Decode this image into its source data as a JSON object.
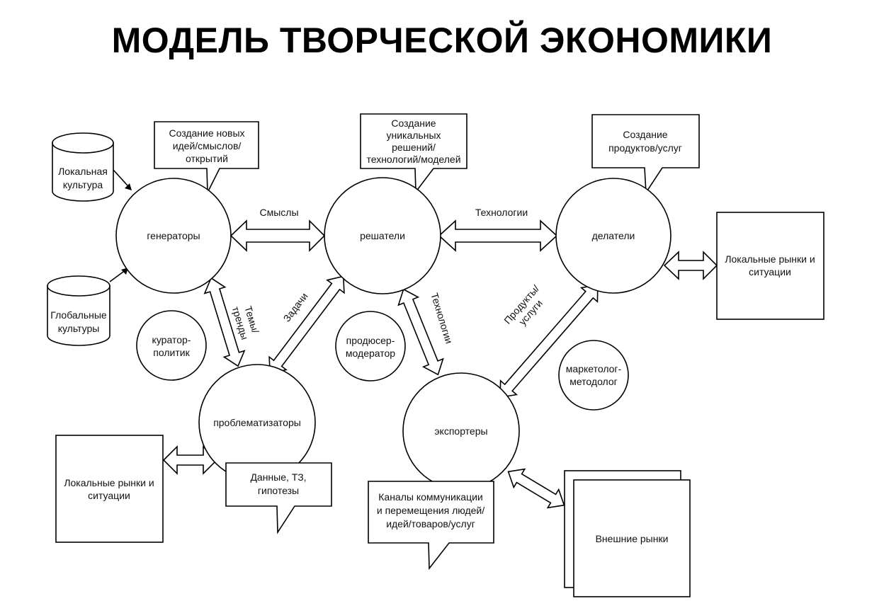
{
  "title": "МОДЕЛЬ ТВОРЧЕСКОЙ ЭКОНОМИКИ",
  "nodes": {
    "generators": "генераторы",
    "solvers": "решатели",
    "doers": "делатели",
    "problematizers": "проблематизаторы",
    "exporters": "экспортеры",
    "curator": [
      "куратор-",
      "политик"
    ],
    "producer": [
      "продюсер-",
      "модератор"
    ],
    "marketer": [
      "маркетолог-",
      "методолог"
    ]
  },
  "cylinders": {
    "local_culture": [
      "Локальная",
      "культура"
    ],
    "global_cultures": [
      "Глобальные",
      "культуры"
    ]
  },
  "boxes": {
    "local_markets_right": [
      "Локальные рынки и",
      "ситуации"
    ],
    "local_markets_left": [
      "Локальные рынки и",
      "ситуации"
    ],
    "external_markets": "Внешние рынки"
  },
  "callouts": {
    "generators": [
      "Создание новых",
      "идей/смыслов/",
      "открытий"
    ],
    "solvers": [
      "Создание",
      "уникальных",
      "решений/",
      "технологий/моделей"
    ],
    "doers": [
      "Создание",
      "продуктов/услуг"
    ],
    "problematizers": [
      "Данные, ТЗ,",
      "гипотезы"
    ],
    "exporters": [
      "Каналы коммуникации",
      "и перемещения людей/",
      "идей/товаров/услуг"
    ]
  },
  "edge_labels": {
    "meanings": "Смыслы",
    "technologies_top": "Технологии",
    "topics_trends": [
      "Темы/",
      "тренды"
    ],
    "tasks": "Задачи",
    "technologies_diag": "Технологии",
    "products_services": [
      "Продукты/",
      "услуги"
    ]
  }
}
